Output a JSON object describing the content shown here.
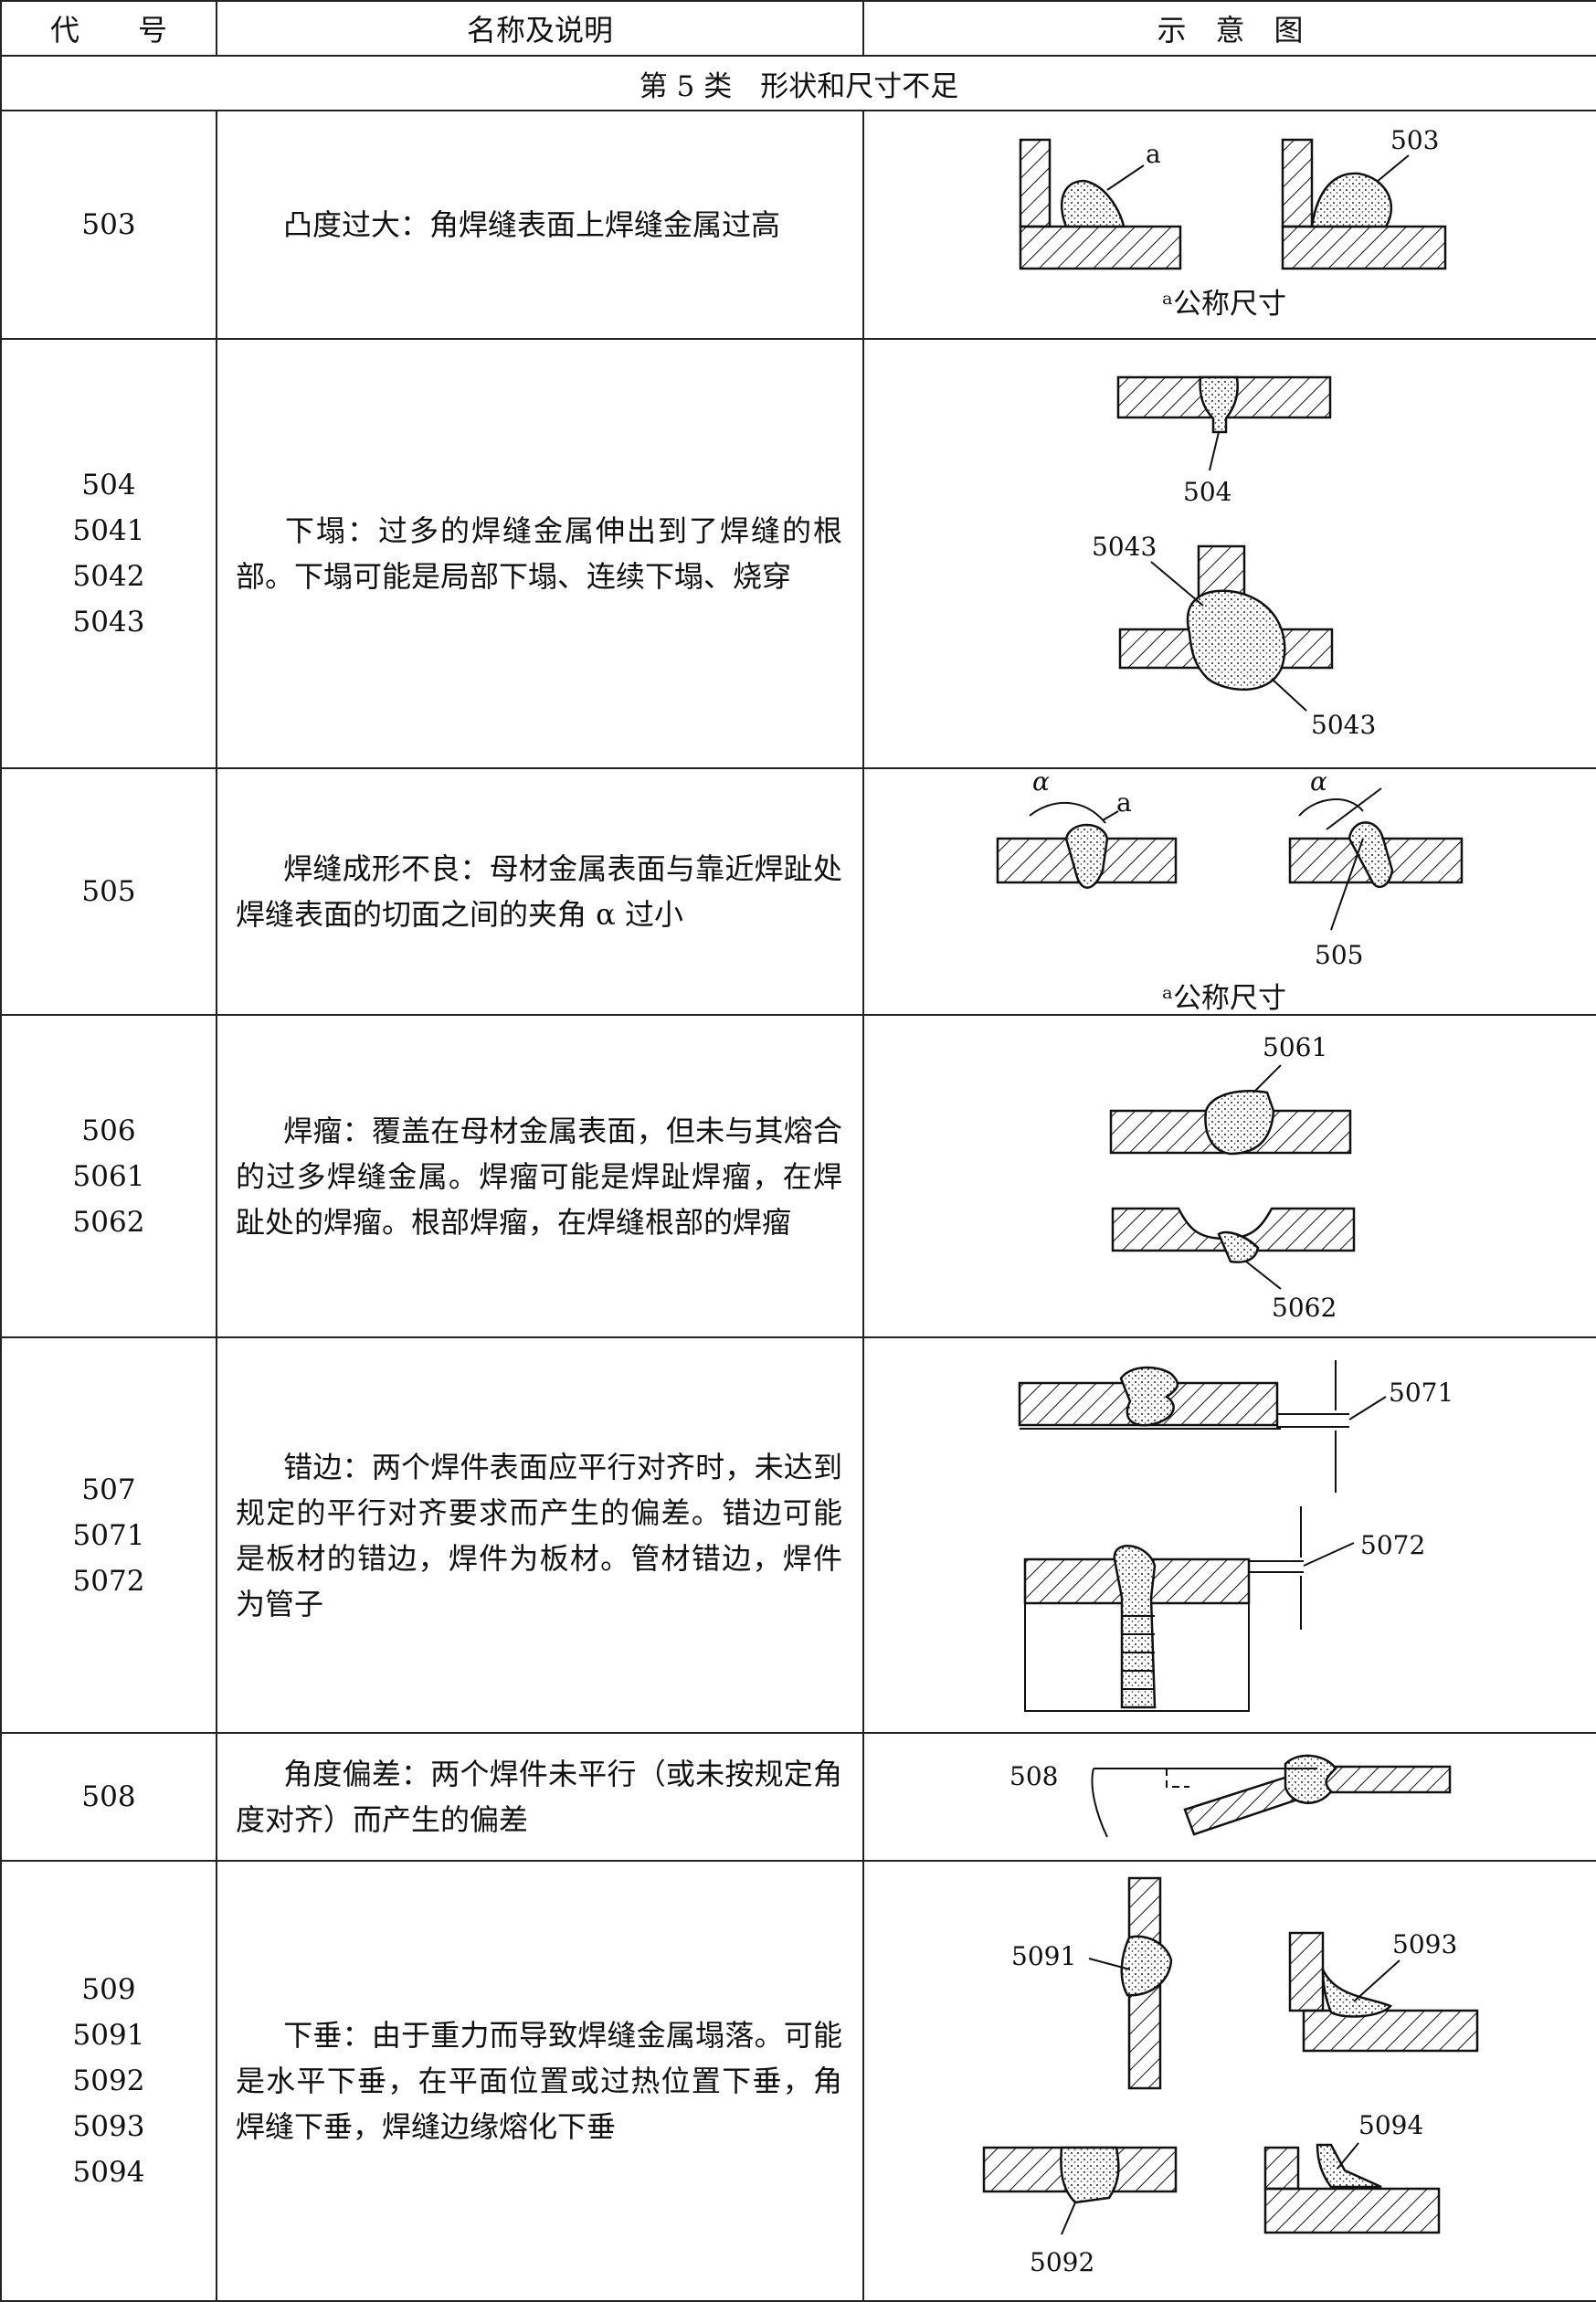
{
  "header": {
    "code": "代　　号",
    "description": "名称及说明",
    "diagram": "示　意　图"
  },
  "category": "第 5 类　形状和尺寸不足",
  "rows": [
    {
      "codes": [
        "503"
      ],
      "description": "凸度过大：角焊缝表面上焊缝金属过高",
      "labels": [
        "a",
        "503"
      ],
      "caption": "ᵃ公称尺寸"
    },
    {
      "codes": [
        "504",
        "5041",
        "5042",
        "5043"
      ],
      "description": "下塌：过多的焊缝金属伸出到了焊缝的根部。下塌可能是局部下塌、连续下塌、烧穿",
      "labels": [
        "504",
        "5043",
        "5043"
      ]
    },
    {
      "codes": [
        "505"
      ],
      "description": "焊缝成形不良：母材金属表面与靠近焊趾处焊缝表面的切面之间的夹角 α 过小",
      "labels": [
        "α",
        "a",
        "α",
        "505"
      ],
      "caption": "ᵃ公称尺寸"
    },
    {
      "codes": [
        "506",
        "5061",
        "5062"
      ],
      "description": "焊瘤：覆盖在母材金属表面，但未与其熔合的过多焊缝金属。焊瘤可能是焊趾焊瘤，在焊趾处的焊瘤。根部焊瘤，在焊缝根部的焊瘤",
      "labels": [
        "5061",
        "5062"
      ]
    },
    {
      "codes": [
        "507",
        "5071",
        "5072"
      ],
      "description": "错边：两个焊件表面应平行对齐时，未达到规定的平行对齐要求而产生的偏差。错边可能是板材的错边，焊件为板材。管材错边，焊件为管子",
      "labels": [
        "5071",
        "5072"
      ]
    },
    {
      "codes": [
        "508"
      ],
      "description": "角度偏差：两个焊件未平行（或未按规定角度对齐）而产生的偏差",
      "labels": [
        "508"
      ]
    },
    {
      "codes": [
        "509",
        "5091",
        "5092",
        "5093",
        "5094"
      ],
      "description": "下垂：由于重力而导致焊缝金属塌落。可能是水平下垂，在平面位置或过热位置下垂，角焊缝下垂，焊缝边缘熔化下垂",
      "labels": [
        "5091",
        "5093",
        "5092",
        "5094"
      ]
    }
  ]
}
